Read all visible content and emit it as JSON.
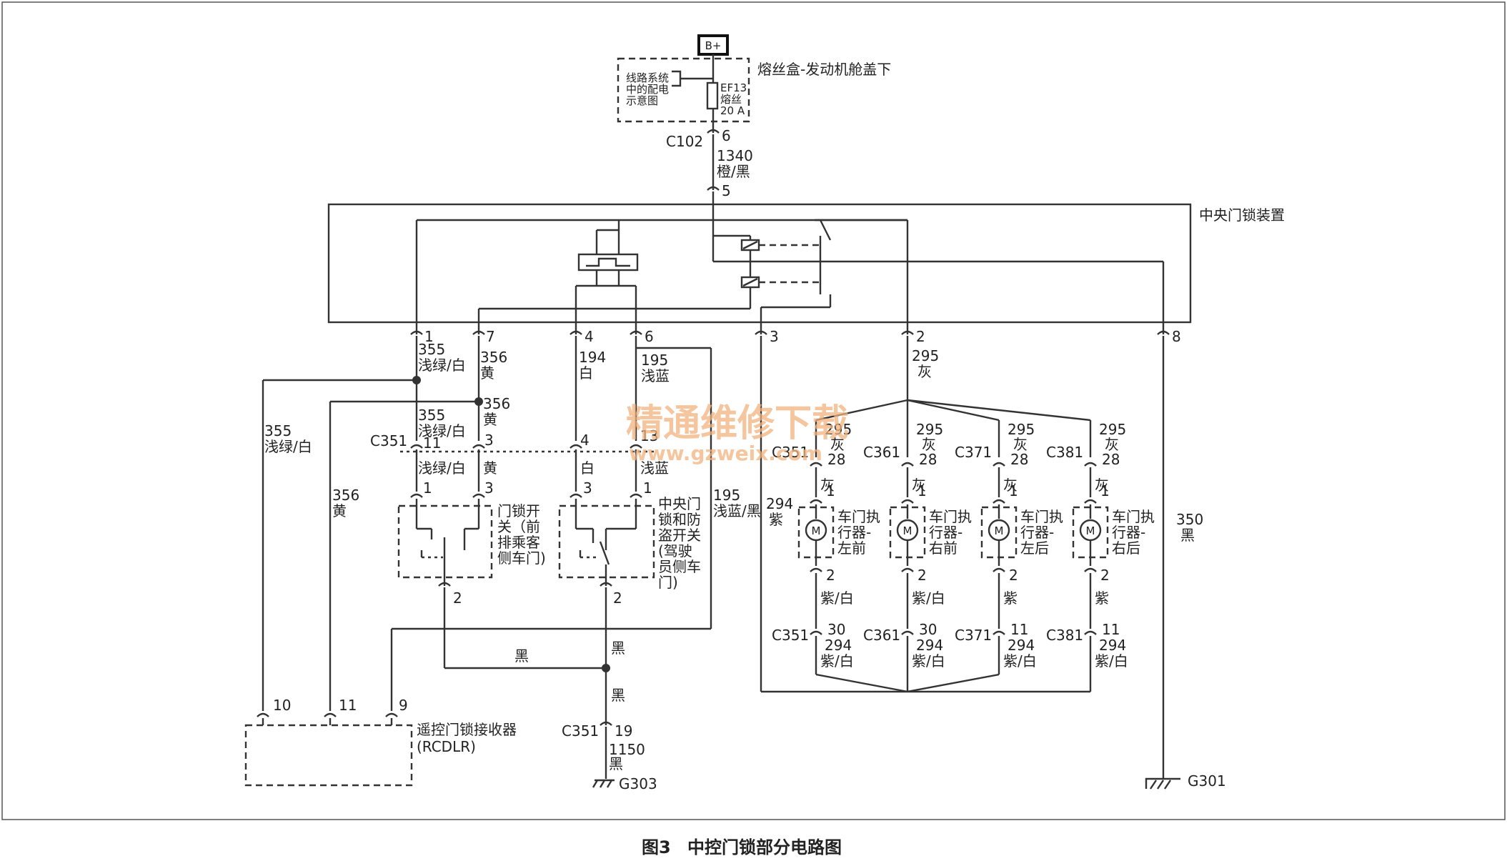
{
  "supply": {
    "label": "B+"
  },
  "fusebox": {
    "title": "熔丝盒-发动机舱盖下",
    "fuse_name": "EF13",
    "fuse_word": "熔丝",
    "fuse_rating": "20 A"
  },
  "power_dist": {
    "line1": "线路系统",
    "line2": "中的配电",
    "line3": "示意图"
  },
  "c102": {
    "connector": "C102",
    "pin": "6"
  },
  "feed_wire": {
    "circuit": "1340",
    "color": "橙/黑",
    "pin": "5"
  },
  "module": {
    "title": "中央门锁装置"
  },
  "pins": {
    "p1": "1",
    "p7": "7",
    "p4": "4",
    "p6": "6",
    "p3": "3",
    "p2": "2",
    "p8": "8"
  },
  "w355": {
    "circuit": "355",
    "color": "浅绿/白"
  },
  "w356": {
    "circuit": "356",
    "color": "黄"
  },
  "w194": {
    "circuit": "194",
    "color": "白"
  },
  "w195": {
    "circuit": "195",
    "color": "浅蓝",
    "color_black": "浅蓝/黑"
  },
  "w295": {
    "circuit": "295",
    "color": "灰"
  },
  "w294": {
    "circuit": "294",
    "color": "紫",
    "color_white": "紫/白"
  },
  "w350": {
    "circuit": "350",
    "color": "黑"
  },
  "c351": {
    "name": "C351",
    "pin11": "11",
    "pin3": "3",
    "pin4": "4",
    "pin13": "13",
    "pin19": "19"
  },
  "door_pins": {
    "p1": "1",
    "p2": "2",
    "p3": "3",
    "p28": "28",
    "p30": "30",
    "p11": "11"
  },
  "switch1": {
    "l1": "门锁开",
    "l2": "关（前",
    "l3": "排乘客",
    "l4": "侧车门)"
  },
  "switch2": {
    "l1": "中央门",
    "l2": "锁和防",
    "l3": "盗开关",
    "l4": "(驾驶",
    "l5": "员侧车",
    "l6": "门)"
  },
  "actuators": [
    {
      "conn": "C351",
      "l1": "车门执",
      "l2": "行器-",
      "l3": "左前"
    },
    {
      "conn": "C361",
      "l1": "车门执",
      "l2": "行器-",
      "l3": "右前"
    },
    {
      "conn": "C371",
      "l1": "车门执",
      "l2": "行器-",
      "l3": "左后"
    },
    {
      "conn": "C381",
      "l1": "车门执",
      "l2": "行器-",
      "l3": "右后"
    }
  ],
  "motor": "M",
  "ground_wire": {
    "color": "黑",
    "circuit": "1150"
  },
  "receiver": {
    "name": "遥控门锁接收器",
    "abbr": "(RCDLR)",
    "pin10": "10",
    "pin11": "11",
    "pin9": "9"
  },
  "grounds": {
    "g303": "G303",
    "g301": "G301"
  },
  "watermark": {
    "text": "精通维修下载",
    "url": "www.gzweix.com"
  },
  "caption": {
    "fig": "图3",
    "title": "中控门锁部分电路图"
  }
}
